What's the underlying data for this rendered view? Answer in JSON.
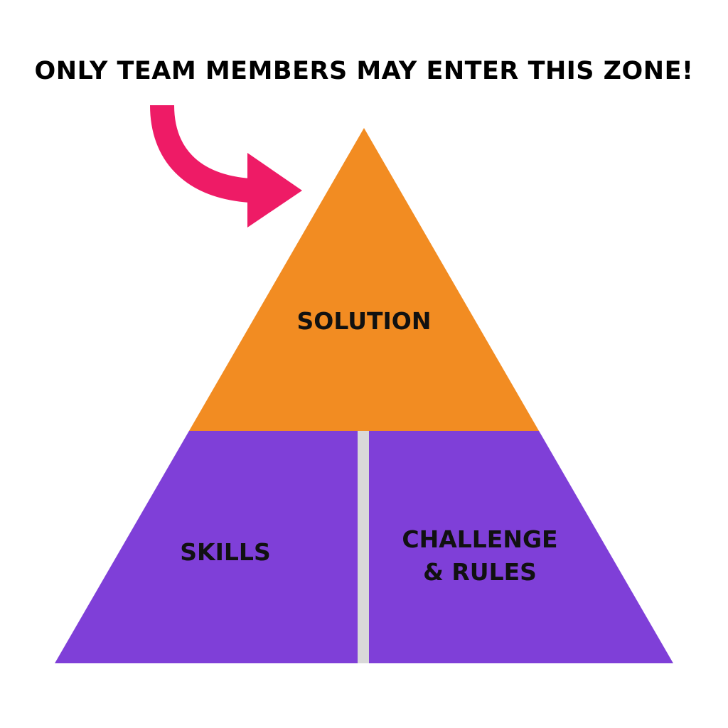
{
  "headline": "ONLY TEAM MEMBERS MAY ENTER THIS ZONE!",
  "pyramid": {
    "top_section": {
      "label": "SOLUTION",
      "color": "#F28C22"
    },
    "bottom_left_section": {
      "label": "SKILLS",
      "color": "#7F3FD8"
    },
    "bottom_right_section": {
      "label_line1": "CHALLENGE",
      "label_line2": "& RULES",
      "color": "#7F3FD8"
    },
    "divider_color": "#D9D9D9"
  },
  "arrow": {
    "icon": "curved-arrow-icon",
    "color": "#EE1B66"
  }
}
